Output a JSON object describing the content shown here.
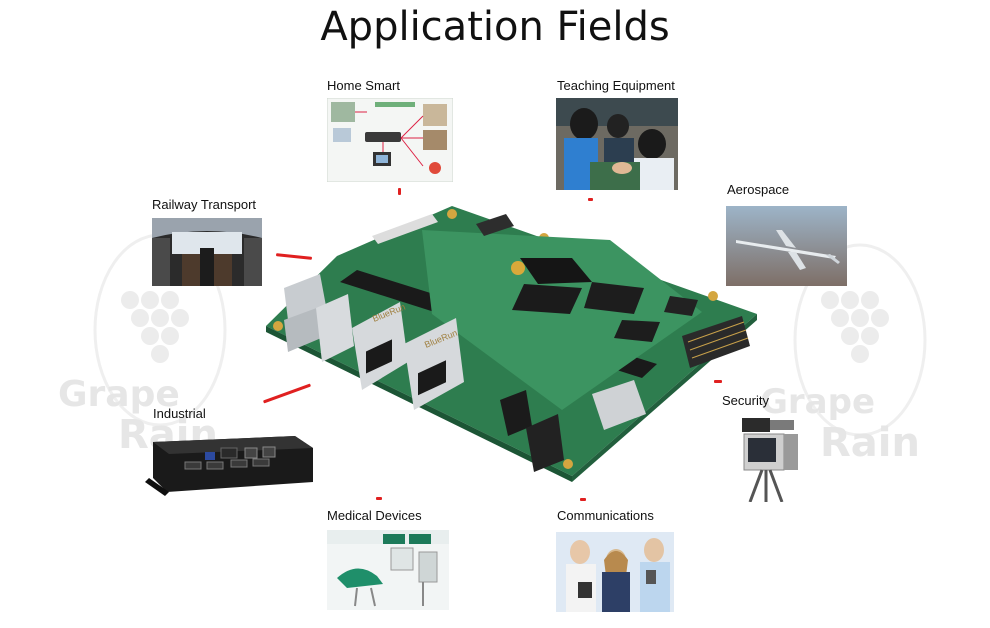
{
  "title": "Application Fields",
  "watermark": {
    "line1": "Grape",
    "line2": "Rain"
  },
  "board": {
    "chip_label_1": "BlueRun",
    "chip_label_2": "BlueRun"
  },
  "fields": {
    "home_smart": "Home Smart",
    "teaching_equipment": "Teaching Equipment",
    "railway_transport": "Railway Transport",
    "aerospace": "Aerospace",
    "industrial": "Industrial",
    "security": "Security",
    "medical_devices": "Medical Devices",
    "communications": "Communications"
  },
  "colors": {
    "dash": "#e02020",
    "pcb": "#2e7d4f",
    "title": "#111111"
  }
}
